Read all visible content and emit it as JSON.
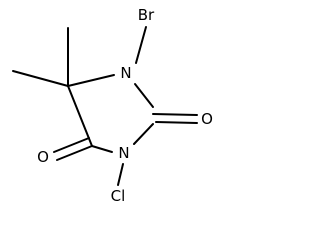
{
  "molecule": {
    "atoms": {
      "br": "Br",
      "n1": "N",
      "o1": "O",
      "n3": "N",
      "o2": "O",
      "cl": "Cl"
    }
  }
}
